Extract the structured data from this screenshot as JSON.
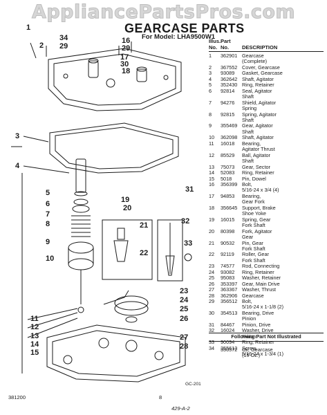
{
  "watermark": "AppliancePartsPros.com",
  "title": "GEARCASE PARTS",
  "model_line": "For Model: LHA9500W1",
  "table_header": {
    "illus": "Illus.",
    "illus_no": "No.",
    "part": "Part",
    "part_no": "No.",
    "description": "DESCRIPTION"
  },
  "parts": [
    {
      "illus": "1",
      "part": "362901",
      "desc": "Gearcase",
      "desc2": "(Complete)"
    },
    {
      "illus": "2",
      "part": "367552",
      "desc": "Cover, Gearcase"
    },
    {
      "illus": "3",
      "part": "93089",
      "desc": "Gasket, Gearcase"
    },
    {
      "illus": "4",
      "part": "362642",
      "desc": "Shaft, Agitator"
    },
    {
      "illus": "5",
      "part": "352430",
      "desc": "Ring, Retainer"
    },
    {
      "illus": "6",
      "part": "92814",
      "desc": "Seal, Agitator",
      "desc2": "Shaft"
    },
    {
      "illus": "7",
      "part": "94276",
      "desc": "Shield, Agitator",
      "desc2": "Spring"
    },
    {
      "illus": "8",
      "part": "92815",
      "desc": "Spring, Agitator",
      "desc2": "Shaft"
    },
    {
      "illus": "9",
      "part": "355469",
      "desc": "Gear, Agitator",
      "desc2": "Shaft"
    },
    {
      "illus": "10",
      "part": "362098",
      "desc": "Shaft, Agitator"
    },
    {
      "illus": "11",
      "part": "16018",
      "desc": "Bearing,",
      "desc2": "Agitator Thrust"
    },
    {
      "illus": "12",
      "part": "85529",
      "desc": "Ball, Agitator",
      "desc2": "Shaft"
    },
    {
      "illus": "13",
      "part": "75073",
      "desc": "Gear, Sector"
    },
    {
      "illus": "14",
      "part": "52083",
      "desc": "Ring, Retainer"
    },
    {
      "illus": "15",
      "part": "5018",
      "desc": "Pin, Dowel"
    },
    {
      "illus": "16",
      "part": "356399",
      "desc": "Bolt,",
      "desc2": "5/16-24 x 3/4 (4)"
    },
    {
      "illus": "17",
      "part": "94853",
      "desc": "Bearing,",
      "desc2": "Gear Fork"
    },
    {
      "illus": "18",
      "part": "356645",
      "desc": "Support, Brake",
      "desc2": "Shoe Yoke"
    },
    {
      "illus": "19",
      "part": "16015",
      "desc": "Spring, Gear",
      "desc2": "Fork Shaft"
    },
    {
      "illus": "20",
      "part": "80398",
      "desc": "Fork, Agitator",
      "desc2": "Gear"
    },
    {
      "illus": "21",
      "part": "90532",
      "desc": "Pin, Gear",
      "desc2": "Fork Shaft"
    },
    {
      "illus": "22",
      "part": "92119",
      "desc": "Roller, Gear",
      "desc2": "Fork Shaft"
    },
    {
      "illus": "23",
      "part": "74577",
      "desc": "Rod, Connecting"
    },
    {
      "illus": "24",
      "part": "93082",
      "desc": "Ring, Retainer"
    },
    {
      "illus": "25",
      "part": "95083",
      "desc": "Washer, Retainer"
    },
    {
      "illus": "26",
      "part": "353397",
      "desc": "Gear, Main Drive"
    },
    {
      "illus": "27",
      "part": "363367",
      "desc": "Washer, Thrust"
    },
    {
      "illus": "28",
      "part": "362906",
      "desc": "Gearcase"
    },
    {
      "illus": "29",
      "part": "356512",
      "desc": "Bolt,",
      "desc2": "5/16-24 x 1-1/8 (2)"
    },
    {
      "illus": "30",
      "part": "354513",
      "desc": "Bearing, Drive",
      "desc2": "Pinion"
    },
    {
      "illus": "31",
      "part": "84467",
      "desc": "Pinion, Drive"
    },
    {
      "illus": "32",
      "part": "16024",
      "desc": "Washer, Drive",
      "desc2": "Pinion"
    },
    {
      "illus": "33",
      "part": "90094",
      "desc": "Ring, Retainer"
    },
    {
      "illus": "34",
      "part": "355613",
      "desc": "Screw,",
      "desc2": "5/16-24 x 1-3/4 (1)"
    }
  ],
  "not_illustrated": {
    "header": "Following Part Not Illustrated",
    "part": "350572",
    "desc": "Oil, Gearcase",
    "desc2": "(15 Oz.)"
  },
  "figure_code": "GC-201",
  "footer_left": "381200",
  "page_number": "8",
  "footer_code": "429-A-2"
}
